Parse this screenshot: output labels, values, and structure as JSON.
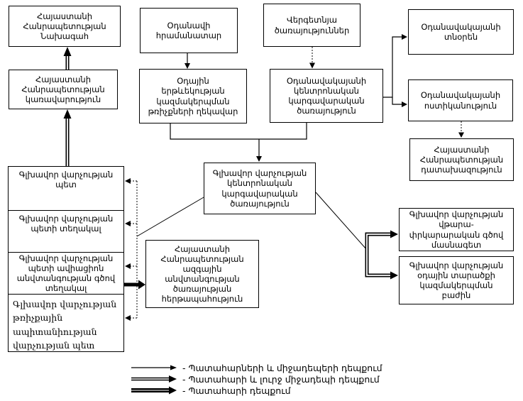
{
  "diagram": {
    "boxes": {
      "president": "Հայաստանի\nՀանրապետության\nՆախագահ",
      "government": "Հայաստանի\nՀանրապետության\nկառավարություն",
      "aircraft_commander": "Օդանավի\nհրամանատար",
      "atm_flight_director": "Օդային\nերթևեկության\nկազմակերպման\nթռիչքների ղեկավար",
      "ground_services": "Վերգետնյա\nծառայություններ",
      "airport_central_dispatch": "Օդանավակայանի\nկենտրոնական\nկարգավարական\nծառայություն",
      "airport_director": "Օդանավակայանի\nտնօրեն",
      "airport_police": "Օդանավակայանի\nոստիկանություն",
      "prosecutor": "Հայաստանի\nՀանրապետության\nդատախազություն",
      "gd_central_dispatch": "Գլխավոր վարչության\nկենտրոնական\nկարգավարական\nծառայություն",
      "gd_head": "Գլխավոր վարչության\nպետ",
      "gd_deputy_head": "Գլխավոր վարչության\nպետի տեղակալ",
      "gd_deputy_aviation_security": "Գլխավոր վարչության\nպետի ավիացիոն\nանվտանգության գծով\nտեղակալ",
      "gd_airworthiness_head": "Գլխավոր վարչության\nթռիչքային\nապիտանիության\nվարչության պետ",
      "nss_duty": "Հայաստանի\nՀանրապետության\nազգային\nանվտանգության\nծառայության\nհերթապահություն",
      "gd_rescue_specialist": "Գլխավոր վարչության\nվթարա-\nփրկարարական գծով\nմասնագետ",
      "gd_airspace_division": "Գլխավոր վարչության\nօդային տարածքի\nկազմակերպման\nբաժին"
    },
    "legend": {
      "items": [
        {
          "style": "thin",
          "label": "- Պատահարների և միջադեպերի դեպքում"
        },
        {
          "style": "medium",
          "label": "- Պատահարի և լուրջ միջադեպի դեպքում"
        },
        {
          "style": "thick",
          "label": "- Պատահարի դեպքում"
        }
      ]
    },
    "colors": {
      "line": "#000000",
      "dotted_line": "#333333",
      "background": "#ffffff"
    }
  }
}
